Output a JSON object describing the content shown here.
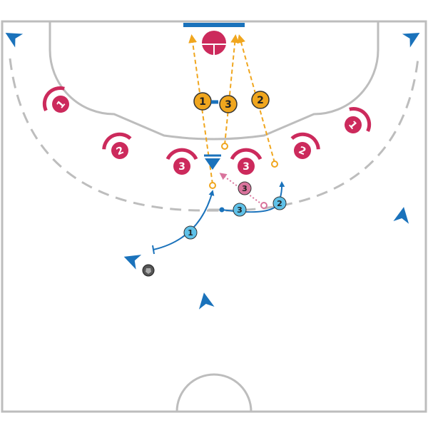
{
  "colors": {
    "court_line": "#bdbdbd",
    "defender": "#cc2a5c",
    "attacker": "#1a72bb",
    "attacker_token": "#5fc1e8",
    "run_path": "#f0a61e",
    "token_gold": "#f0a61e",
    "pass_pink": "#d9739c",
    "goal": "#1a72bb",
    "ball": "#555555"
  },
  "icons": {
    "defender": "defender-icon",
    "attacker": "attacker-arrow-icon",
    "ball": "handball-icon"
  },
  "labels": {
    "d1_left": "1",
    "d1_right": "1",
    "d2_left": "2",
    "d2_right": "2",
    "d3_left": "3",
    "d3_right": "3",
    "run1": "1",
    "run2": "2",
    "run3": "3",
    "pass3": "3",
    "step1": "1",
    "step2": "2",
    "step3": "3"
  }
}
